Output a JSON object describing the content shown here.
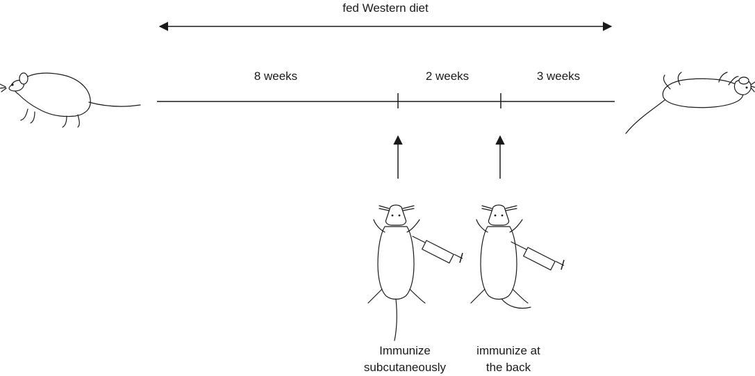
{
  "diet": {
    "label": "fed Western diet"
  },
  "timeline": {
    "segments": [
      {
        "label": "8 weeks"
      },
      {
        "label": "2 weeks"
      },
      {
        "label": "3 weeks"
      }
    ]
  },
  "steps": [
    {
      "line1": "Immunize",
      "line2": "subcutaneously"
    },
    {
      "line1": "immunize at",
      "line2": "the back"
    }
  ]
}
